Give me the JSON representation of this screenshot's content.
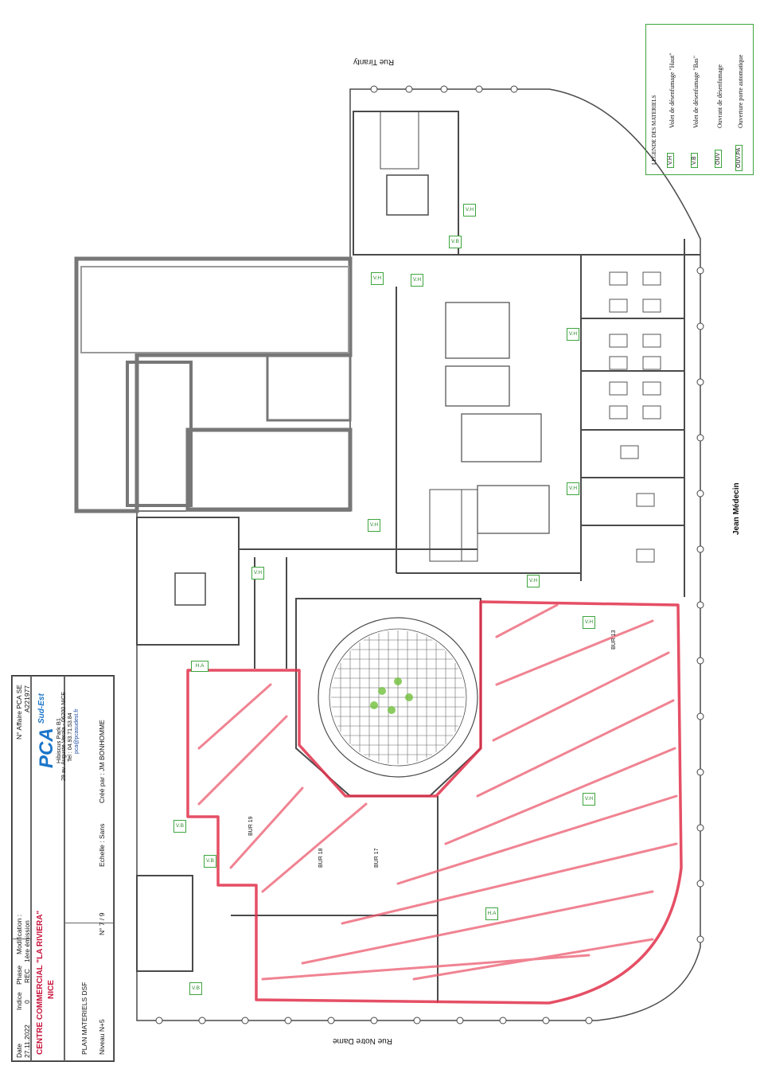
{
  "streets": {
    "north": "Rue Tiranty",
    "east": "Jean Médecin",
    "south": "Rue Notre Dame"
  },
  "legend": {
    "title": "LEGENDE DES MATERIELS",
    "items": [
      {
        "code": "V.H",
        "label": "Volet de désenfumage \"Haut\""
      },
      {
        "code": "V.B",
        "label": "Volet de désenfumage \"Bas\""
      },
      {
        "code": "OUV",
        "label": "Ouvrant de désenfumage"
      },
      {
        "code": "OUV.PA",
        "label": "Ouverture porte automatique"
      }
    ]
  },
  "title_block": {
    "hdr_date": "Date",
    "hdr_indice": "Indice",
    "hdr_phase": "Phase",
    "hdr_modification": "Modification :",
    "date": "27.11.2022",
    "indice": "0",
    "phase": "REC",
    "modification": "1ère émission",
    "project_line1": "CENTRE COMMERCIAL \"LA RIVIERA\"",
    "project_line2": "NICE",
    "plan_title": "PLAN MATERIELS DSF",
    "level": "Niveau N+5",
    "sheet": "N° 7 / 9",
    "scale": "Echelle : Sans",
    "author": "Créé par : JM BONHOMME",
    "affaire_label": "N° Affaire PCA SE",
    "affaire_number": "A221977",
    "company_logo": "PCA",
    "company_sub": "Sud-Est",
    "company_address1": "Hibiscus Park B1",
    "company_address2": "29 av. Auguste Verola - 06200 NICE",
    "company_tel": "Tel : 04.93.71.53.84",
    "company_email": "pca@pcasudest.fr"
  },
  "rooms": [
    "BUR 13",
    "BUR 17",
    "BUR 18",
    "BUR 19"
  ],
  "tags": {
    "vh": "V.H",
    "vb": "V.B",
    "ha": "H.A"
  },
  "colors": {
    "wall": "#4a4a4a",
    "wall_fill": "#8a8a8a",
    "zone_red": "#e0304a",
    "hatch_red": "#ec5a6e",
    "tag_green": "#3da53d",
    "plant_green": "#6fbf3a"
  }
}
